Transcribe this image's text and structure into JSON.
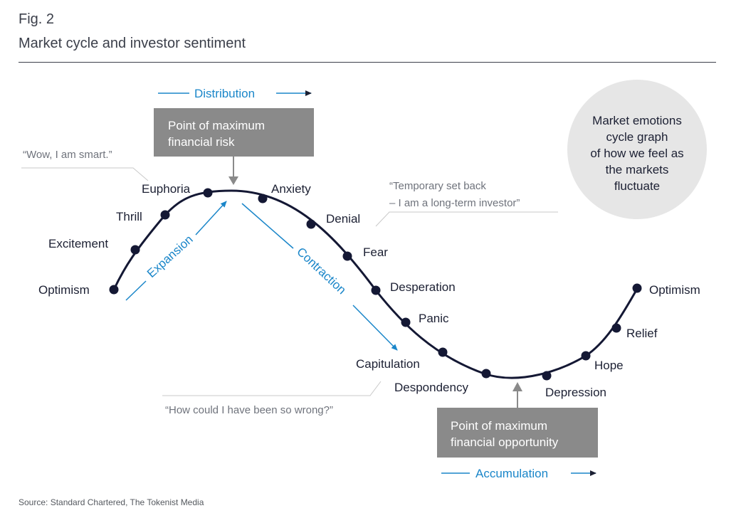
{
  "figure": {
    "number": "Fig. 2",
    "title": "Market cycle and investor sentiment",
    "source": "Source: Standard Chartered, The Tokenist Media"
  },
  "stages": [
    "Optimism",
    "Excitement",
    "Thrill",
    "Euphoria",
    "Anxiety",
    "Denial",
    "Fear",
    "Desperation",
    "Panic",
    "Capitulation",
    "Despondency",
    "Depression",
    "Hope",
    "Relief",
    "Optimism"
  ],
  "phases": {
    "distribution": "Distribution",
    "expansion": "Expansion",
    "contraction": "Contraction",
    "accumulation": "Accumulation"
  },
  "boxes": {
    "risk": [
      "Point of maximum",
      "financial risk"
    ],
    "opportunity": [
      "Point of maximum",
      "financial opportunity"
    ]
  },
  "quotes": {
    "smart": "“Wow, I am smart.”",
    "setback": [
      "“Temporary set back",
      "– I am a long-term investor”"
    ],
    "wrong": "“How could I have been so wrong?”"
  },
  "circle_note": [
    "Market emotions",
    "cycle graph",
    "of how we feel as",
    "the markets",
    "fluctuate"
  ],
  "colors": {
    "curve": "#141834",
    "phase_blue": "#1a86c9",
    "box_gray": "#8a8a8a",
    "circle_gray": "#e6e6e6",
    "quote_gray": "#6f737c"
  }
}
